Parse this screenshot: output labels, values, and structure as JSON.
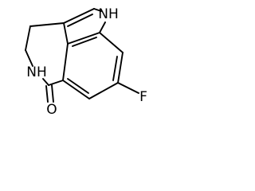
{
  "structure": {
    "atoms": {
      "nh_indole": "NH",
      "nh_amide": "NH",
      "oxygen": "O",
      "fluorine": "F"
    }
  }
}
